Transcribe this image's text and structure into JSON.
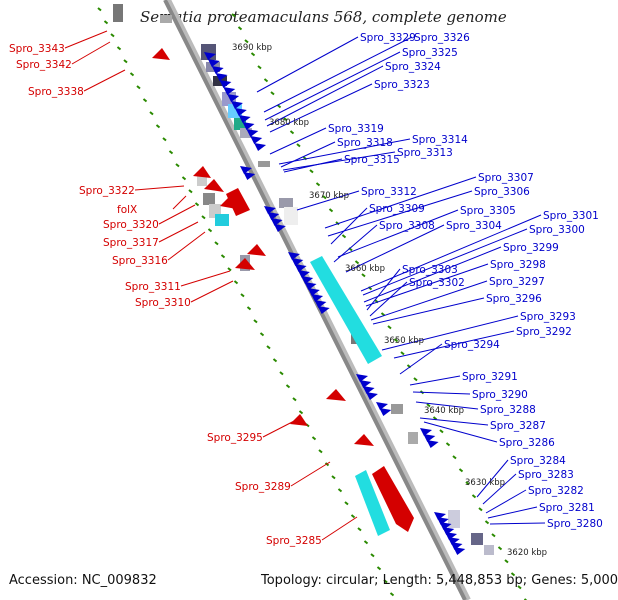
{
  "title": "Serratia proteamaculans 568, complete genome",
  "accession_text": "Accession: NC_009832",
  "topology_text": "Topology: circular; Length: 5,448,853 bp; Genes: 5,000",
  "colors": {
    "reverse_strand": "#d40000",
    "forward_strand": "#0000cc",
    "dotted_track": "#2a8a00",
    "backbone": "#888888",
    "cyan_block": "#22dde0"
  },
  "kbp_ticks": [
    "3690 kbp",
    "3680 kbp",
    "3670 kbp",
    "3660 kbp",
    "3650 kbp",
    "3640 kbp",
    "3630 kbp",
    "3620 kbp"
  ],
  "left_labels": [
    "Spro_3343",
    "Spro_3342",
    "Spro_3338",
    "Spro_3322",
    "folX",
    "Spro_3320",
    "Spro_3317",
    "Spro_3316",
    "Spro_3311",
    "Spro_3310",
    "Spro_3295",
    "Spro_3289",
    "Spro_3285"
  ],
  "right_labels": [
    "Spro_3329",
    "Spro_3326",
    "Spro_3325",
    "Spro_3324",
    "Spro_3323",
    "Spro_3319",
    "Spro_3314",
    "Spro_3318",
    "Spro_3313",
    "Spro_3315",
    "Spro_3312",
    "Spro_3307",
    "Spro_3306",
    "Spro_3309",
    "Spro_3305",
    "Spro_3308",
    "Spro_3304",
    "Spro_3301",
    "Spro_3300",
    "Spro_3299",
    "Spro_3298",
    "Spro_3303",
    "Spro_3302",
    "Spro_3297",
    "Spro_3296",
    "Spro_3293",
    "Spro_3292",
    "Spro_3294",
    "Spro_3291",
    "Spro_3290",
    "Spro_3288",
    "Spro_3287",
    "Spro_3286",
    "Spro_3284",
    "Spro_3283",
    "Spro_3282",
    "Spro_3281",
    "Spro_3280"
  ]
}
